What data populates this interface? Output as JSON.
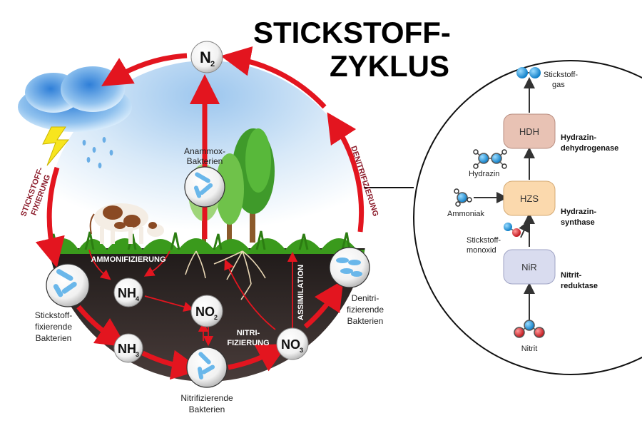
{
  "title": {
    "line1": "STICKSTOFF-",
    "line2": "ZYKLUS"
  },
  "compounds": {
    "n2": {
      "main": "N",
      "sub": "2"
    },
    "nh4": {
      "main": "NH",
      "sub": "4"
    },
    "no2": {
      "main": "NO",
      "sub": "2"
    },
    "nh3": {
      "main": "NH",
      "sub": "3"
    },
    "no3": {
      "main": "NO",
      "sub": "3"
    }
  },
  "processes": {
    "fixation_line1": "STICKSTOFF-",
    "fixation_line2": "FIXIERUNG",
    "denitrification": "DENITRIFIZIERUNG",
    "ammonification": "AMMONIFIZIERUNG",
    "assimilation": "ASSIMILATION",
    "nitrification_line1": "NITRI-",
    "nitrification_line2": "FIZIERUNG"
  },
  "bacteria": {
    "anammox_line1": "Anammox-",
    "anammox_line2": "Bakterien",
    "fixing_line1": "Stickstoff-",
    "fixing_line2": "fixierende",
    "fixing_line3": "Bakterien",
    "nitrifying_line1": "Nitrifizierende",
    "nitrifying_line2": "Bakterien",
    "denitrifying_line1": "Denitri-",
    "denitrifying_line2": "fizierende",
    "denitrifying_line3": "Bakterien"
  },
  "pathway": {
    "enzymes": [
      {
        "abbr": "HDH",
        "name_line1": "Hydrazin-",
        "name_line2": "dehydrogenase",
        "color": "#e8c2b4"
      },
      {
        "abbr": "HZS",
        "name_line1": "Hydrazin-",
        "name_line2": "synthase",
        "color": "#fbd9ad"
      },
      {
        "abbr": "NiR",
        "name_line1": "Nitrit-",
        "name_line2": "reduktase",
        "color": "#d9dcef"
      }
    ],
    "molecules": {
      "nitrogen_gas_line1": "Stickstoff-",
      "nitrogen_gas_line2": "gas",
      "hydrazine": "Hydrazin",
      "ammonia": "Ammoniak",
      "nitric_oxide_line1": "Stickstoff-",
      "nitric_oxide_line2": "monoxid",
      "nitrite": "Nitrit"
    }
  },
  "colors": {
    "cycle_red": "#e3151f",
    "process_text": "#8b1b2a",
    "sky_top": "#7fb3e6",
    "soil_dark": "#2a2120",
    "grass": "#3a9a1c",
    "atom_blue": "#1e9be0",
    "atom_red": "#e0282c"
  }
}
